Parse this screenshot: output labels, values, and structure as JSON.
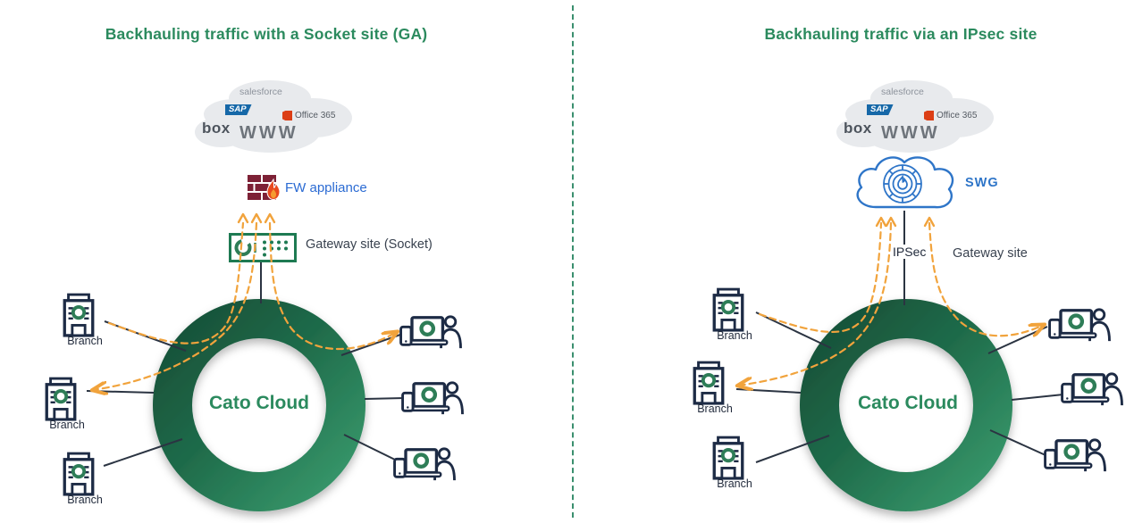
{
  "shared": {
    "branch_label": "Branch",
    "cato_cloud_label": "Cato Cloud"
  },
  "saas": {
    "salesforce": "salesforce",
    "sap": "SAP",
    "office365": "Office 365",
    "box": "box",
    "www": "WWW"
  },
  "left_panel": {
    "title": "Backhauling traffic with a Socket site (GA)",
    "fw_appliance_label": "FW appliance",
    "gateway_label": "Gateway site (Socket)"
  },
  "right_panel": {
    "title": "Backhauling traffic via an IPsec site",
    "swg_label": "SWG",
    "ipsec_label": "IPSec",
    "gateway_label": "Gateway site"
  },
  "colors": {
    "title_green": "#2b8a5e",
    "ring_gradient_dark": "#174f37",
    "ring_gradient_light": "#38996c",
    "traffic_orange": "#f1a33c",
    "icon_navy": "#1d2b45",
    "icon_ring_green": "#2e7d57",
    "swg_blue": "#2e75c8",
    "fw_text_blue": "#2b6bd3",
    "brick_maroon": "#7d2136",
    "connector_dark": "#2b3442",
    "cloud_gray": "#e8eaed",
    "divider_green": "#3a8f6e"
  }
}
